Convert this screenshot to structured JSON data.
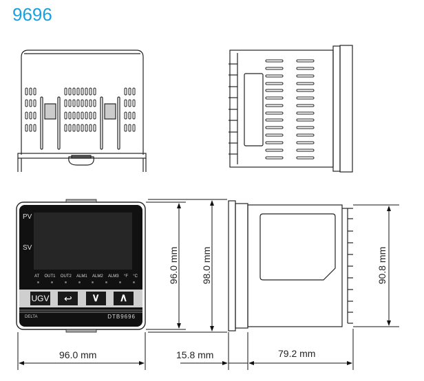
{
  "title": "9696",
  "front_panel": {
    "pv_label": "PV",
    "sv_label": "SV",
    "indicators": [
      "AT",
      "OUT1",
      "OUT2",
      "ALM1",
      "ALM2",
      "ALM3",
      "°F",
      "°C"
    ],
    "buttons": [
      {
        "name": "ugv-button",
        "label": "UGV"
      },
      {
        "name": "return-button",
        "label": "↩"
      },
      {
        "name": "down-button",
        "label": "∨"
      },
      {
        "name": "up-button",
        "label": "∧"
      }
    ],
    "brand": "DELTA",
    "model": "DTB9696"
  },
  "dimensions": {
    "front_width": "96.0 mm",
    "front_inner_height": "96.0 mm",
    "front_outer_height": "98.0 mm",
    "bezel_depth": "15.8 mm",
    "body_depth": "79.2 mm",
    "body_height": "90.8 mm"
  }
}
